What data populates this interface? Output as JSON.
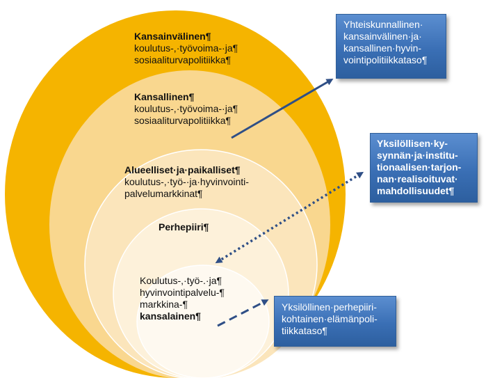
{
  "levels": {
    "international": {
      "title": "Kansainvälinen¶",
      "lines": [
        "koulutus-,·työvoima-·ja¶",
        "sosiaaliturvapolitiikka¶"
      ]
    },
    "national": {
      "title": "Kansallinen¶",
      "lines": [
        "koulutus-,·työvoima-·ja¶",
        "sosiaaliturvapolitiikka¶"
      ]
    },
    "regional": {
      "title": "Alueelliset·ja·paikalliset¶",
      "lines": [
        "koulutus-,·työ-·ja·hyvinvointi-",
        "palvelumarkkinat¶"
      ]
    },
    "family": {
      "title": "Perhepiiri¶"
    },
    "citizen": {
      "lines": [
        "Koulutus-,·työ-.·ja¶",
        "hyvinvointipalvelu-¶",
        "markkina-¶"
      ],
      "bold_line": "kansalainen¶"
    }
  },
  "boxes": {
    "societal": {
      "lines": [
        "Yhteiskunnallinen·",
        "kansainvälinen·ja·",
        "kansallinen·hyvin-",
        "vointipolitiikkataso¶"
      ]
    },
    "individual_realization": {
      "lines": [
        "Yksilöllisen·ky-",
        "synnän·ja·institu-",
        "tionaalisen·tarjon-",
        "nan·realisoituvat·",
        "mahdollisuudet¶"
      ]
    },
    "family_policy": {
      "lines": [
        "Yksilöllinen·perhepiiri-",
        "kohtainen·elämänpoli-",
        "tiikkataso¶"
      ]
    }
  },
  "colors": {
    "ring_international": "#f5b400",
    "ring_national": "#f9d78f",
    "ring_regional": "#fbe5bb",
    "ring_family": "#fdf1da",
    "ring_citizen": "#fef9f0",
    "arrow": "#2f4f86",
    "box_fill": "#4a7fc1"
  }
}
